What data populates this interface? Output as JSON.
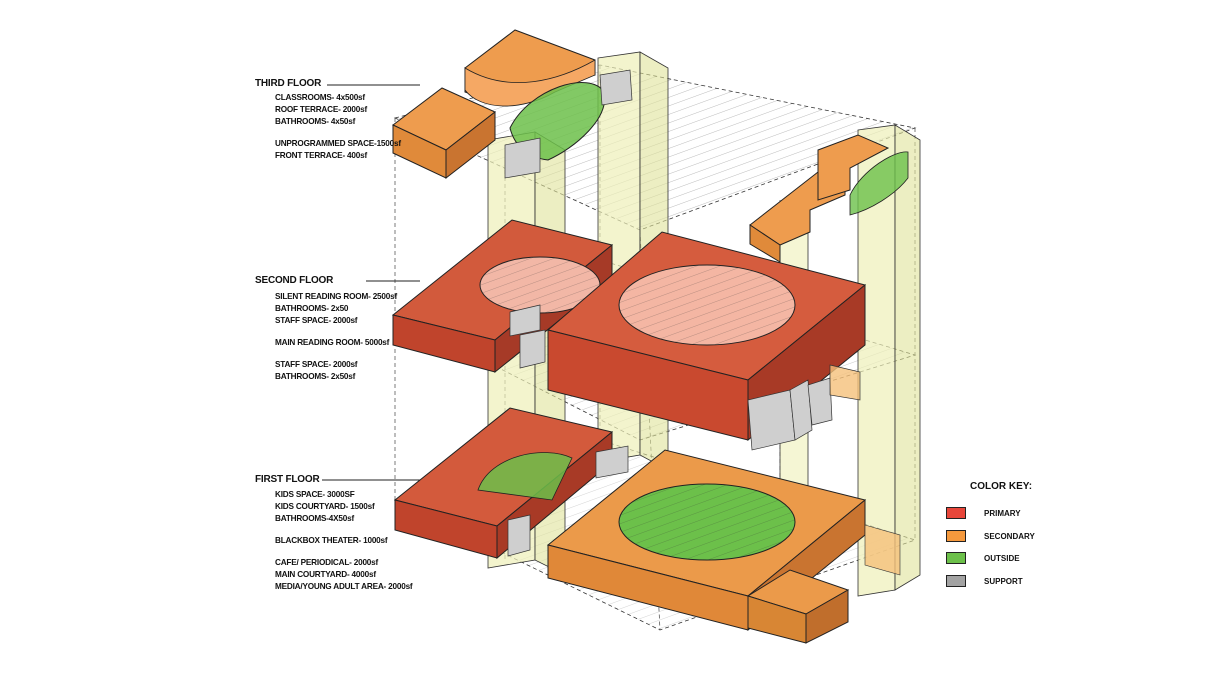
{
  "floors": [
    {
      "name": "THIRD FLOOR",
      "items": [
        "CLASSROOMS- 4x500sf",
        "ROOF TERRACE- 2000sf",
        "BATHROOMS- 4x50sf",
        "UNPROGRAMMED SPACE-1500sf",
        "FRONT TERRACE- 400sf"
      ]
    },
    {
      "name": "SECOND FLOOR",
      "items": [
        "SILENT READING ROOM- 2500sf",
        "BATHROOMS- 2x50",
        "STAFF SPACE- 2000sf",
        "MAIN READING ROOM- 5000sf",
        "STAFF SPACE- 2000sf",
        "BATHROOMS- 2x50sf"
      ]
    },
    {
      "name": "FIRST FLOOR",
      "items": [
        "KIDS SPACE- 3000SF",
        "KIDS COURTYARD- 1500sf",
        "BATHROOMS-4X50sf",
        "BLACKBOX THEATER- 1000sf",
        "CAFE/ PERIODICAL- 2000sf",
        "MAIN COURTYARD- 4000sf",
        "MEDIA/YOUNG ADULT AREA- 2000sf"
      ]
    }
  ],
  "color_key": {
    "title": "COLOR KEY:",
    "entries": [
      {
        "label": "PRIMARY",
        "color": "#e8463a"
      },
      {
        "label": "SECONDARY",
        "color": "#f5993d"
      },
      {
        "label": "OUTSIDE",
        "color": "#6cc04a"
      },
      {
        "label": "SUPPORT",
        "color": "#a3a3a3"
      }
    ]
  },
  "colors": {
    "primary_face": "#c94a32",
    "primary_side": "#a63a27",
    "secondary_face": "#ec9745",
    "secondary_side": "#c87530",
    "outside": "#6cc04a",
    "support": "#c9c9c9",
    "circulation": "#f0f2c4"
  }
}
